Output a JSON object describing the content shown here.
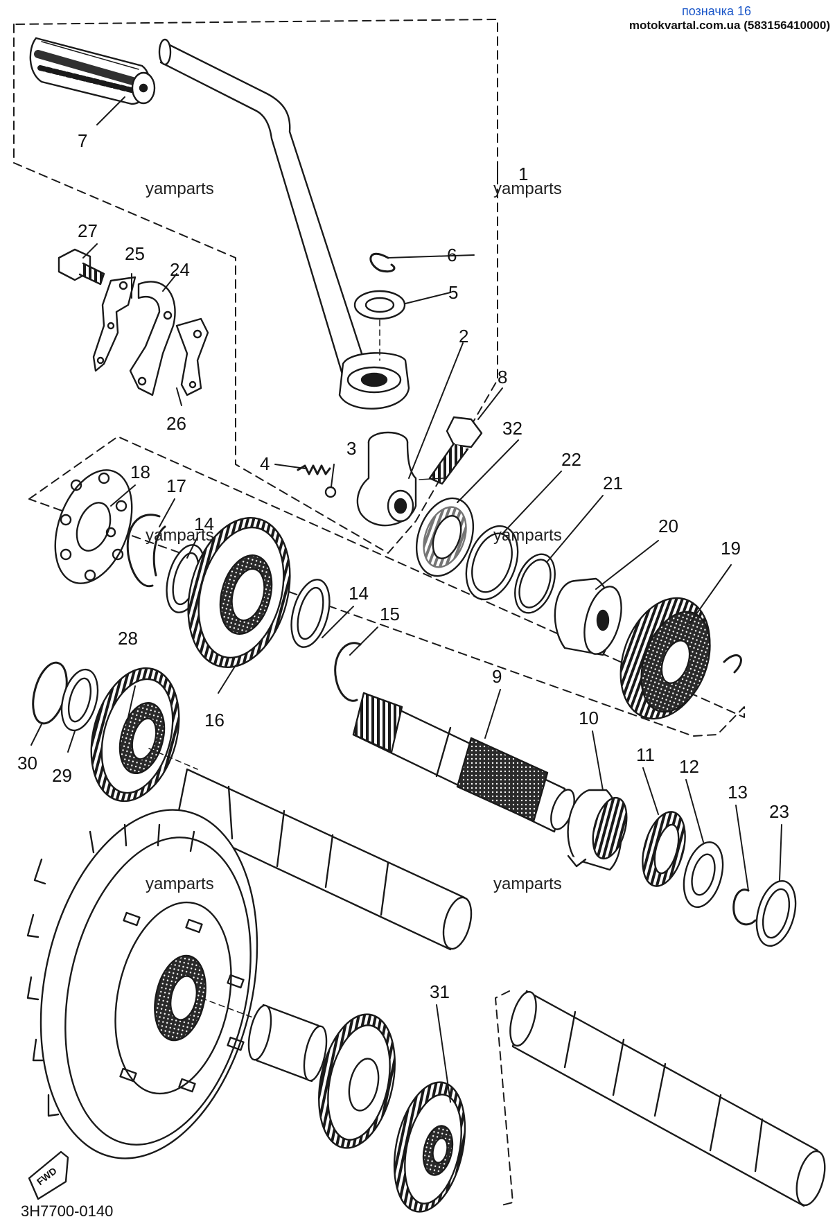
{
  "header": {
    "title": "позначка 16",
    "source": "motokvartal.com.ua (583156410000)"
  },
  "watermark": "yamparts",
  "drawing_code": "3H7700-0140",
  "fwd_label": "FWD",
  "callouts": {
    "p1": "1",
    "p2": "2",
    "p3": "3",
    "p4": "4",
    "p5": "5",
    "p6": "6",
    "p7": "7",
    "p8": "8",
    "p9": "9",
    "p10": "10",
    "p11": "11",
    "p12": "12",
    "p13": "13",
    "p14a": "14",
    "p14b": "14",
    "p15": "15",
    "p16": "16",
    "p17": "17",
    "p18": "18",
    "p19": "19",
    "p20": "20",
    "p21": "21",
    "p22": "22",
    "p23": "23",
    "p24": "24",
    "p25": "25",
    "p26": "26",
    "p27": "27",
    "p28": "28",
    "p29": "29",
    "p30": "30",
    "p31": "31",
    "p32": "32"
  },
  "colors": {
    "ink": "#1a1a1a",
    "title_blue": "#1a56c8"
  }
}
